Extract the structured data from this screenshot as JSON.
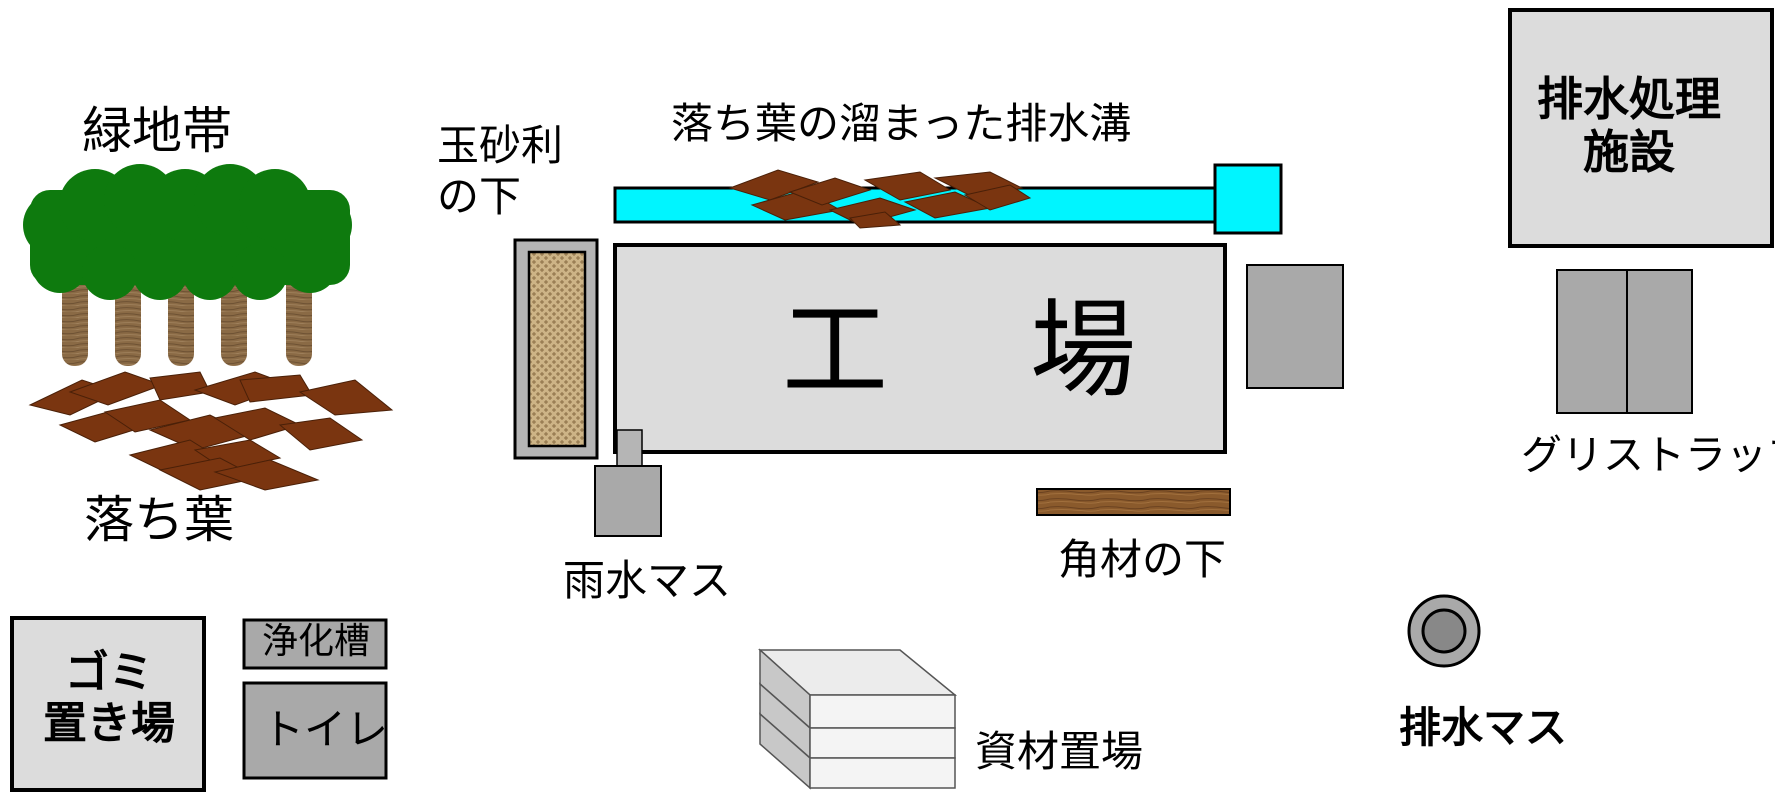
{
  "labels": {
    "green_belt": "緑地帯",
    "fallen_leaves": "落ち葉",
    "under_gravel": "玉砂利\nの下",
    "drain_with_leaves": "落ち葉の溜まった排水溝",
    "factory": "工　場",
    "rain_basin": "雨水マス",
    "under_lumber": "角材の下",
    "grease_trap": "グリストラップ",
    "wastewater_facility": "排水処理\n施設",
    "septic_tank": "浄化槽",
    "toilet": "トイレ",
    "garbage_area": "ゴミ\n置き場",
    "material_storage": "資材置場",
    "drain_basin": "排水マス"
  },
  "colors": {
    "tree_green": "#0e7a0e",
    "trunk_brown": "#8a6a45",
    "leaf_brown": "#7a3510",
    "ditch_cyan": "#00f5ff",
    "building_fill": "#dcdcdc",
    "equipment_gray": "#a9a9a9",
    "gravel_tan": "#cdb486",
    "lumber_brown": "#8a5a2c",
    "outline": "#000000"
  }
}
